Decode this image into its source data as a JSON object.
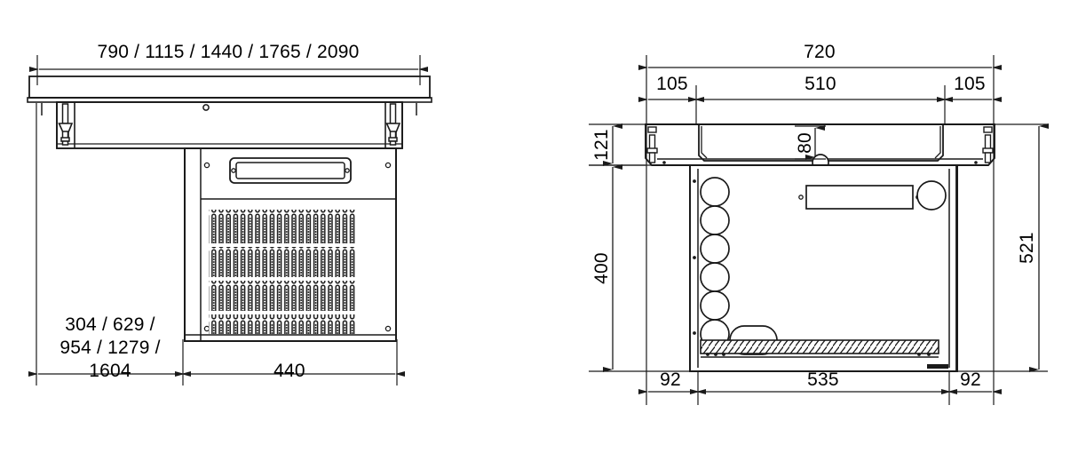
{
  "drawing": {
    "title": "Refrigerated drop-in unit technical drawing",
    "units": "mm",
    "views": [
      {
        "name": "front-view",
        "position": "left",
        "dimensions": {
          "top_width": "790 / 1115 / 1440 / 1765 / 2090",
          "bottom_left_width": "304 / 629 /\n954 / 1279 /\n1604",
          "bottom_left_line1": "304 / 629 /",
          "bottom_left_line2": "954 / 1279 /",
          "bottom_left_line3": "1604",
          "bottom_right_width": "440"
        }
      },
      {
        "name": "side-view",
        "position": "right",
        "dimensions": {
          "top_total_width": "720",
          "top_left_inset": "105",
          "top_center_width": "510",
          "top_right_inset": "105",
          "basin_depth": "80",
          "upper_height": "121",
          "lower_height": "400",
          "total_height": "521",
          "bottom_left_inset": "92",
          "bottom_center_width": "535",
          "bottom_right_inset": "92"
        }
      }
    ]
  },
  "colors": {
    "line": "#1a1a1a",
    "background": "#ffffff",
    "fill_none": "none"
  },
  "labels": {
    "left_top": "790 / 1115 / 1440 / 1765 / 2090",
    "left_bottom_a": "304 / 629 /",
    "left_bottom_b": "954 / 1279 /",
    "left_bottom_c": "1604",
    "left_bottom_right": "440",
    "right_720": "720",
    "right_105_left": "105",
    "right_510": "510",
    "right_105_right": "105",
    "right_80": "80",
    "right_121": "121",
    "right_400": "400",
    "right_521": "521",
    "right_92_left": "92",
    "right_535": "535",
    "right_92_right": "92"
  }
}
